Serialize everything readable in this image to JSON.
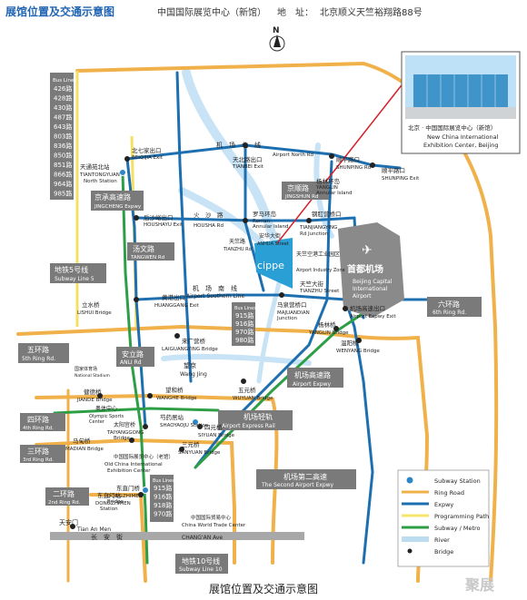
{
  "header": {
    "title": "展馆位置及交通示意图",
    "venue": "中国国际展览中心（新馆）",
    "address_label": "地　址：",
    "address": "北京顺义天竺裕翔路88号"
  },
  "footer": {
    "caption": "展馆位置及交通示意图"
  },
  "compass": {
    "label": "N"
  },
  "inset": {
    "cn": "北京 · 中国国际展览中心（新馆）",
    "en1": "New China International",
    "en2": "Exhibition Center, Beijing"
  },
  "bus_top": {
    "title": "Bus Lines",
    "lines": [
      "426路",
      "428路",
      "430路",
      "487路",
      "643路",
      "803路",
      "836路",
      "850路",
      "851路",
      "866路",
      "964路",
      "985路"
    ]
  },
  "bus_mid": {
    "title": "Bus Lines",
    "lines": [
      "915路",
      "916路",
      "970路",
      "980路"
    ]
  },
  "bus_bottom": {
    "title": "Bus Lines",
    "lines": [
      "915路",
      "916路",
      "918路",
      "970路"
    ]
  },
  "callouts": [
    {
      "id": "jingcheng",
      "cn": "京承高速路",
      "en": "JINGCHENG Expwy"
    },
    {
      "id": "line5",
      "cn": "地铁5号线",
      "en": "Subway Line 5"
    },
    {
      "id": "tangwen",
      "cn": "汤文路",
      "en": "TANGWEN Rd"
    },
    {
      "id": "jingshun",
      "cn": "京顺路",
      "en": "JINGSHUN Rd"
    },
    {
      "id": "ring6",
      "cn": "六环路",
      "en": "6th Ring Rd."
    },
    {
      "id": "ring5",
      "cn": "五环路",
      "en": "5th Ring Rd."
    },
    {
      "id": "anli",
      "cn": "安立路",
      "en": "ANLI Rd"
    },
    {
      "id": "ring4",
      "cn": "四环路",
      "en": "4th Ring Rd."
    },
    {
      "id": "ring3",
      "cn": "三环路",
      "en": "3rd Ring Rd."
    },
    {
      "id": "ring2",
      "cn": "二环路",
      "en": "2nd Ring Rd."
    },
    {
      "id": "airportexpwy",
      "cn": "机场高速路",
      "en": "Airport Expwy"
    },
    {
      "id": "airportrail",
      "cn": "机场轻轨",
      "en": "Airport Express Rail"
    },
    {
      "id": "secondexpwy",
      "cn": "机场第二高速",
      "en": "The Second Airport Expwy"
    },
    {
      "id": "line10",
      "cn": "地铁10号线",
      "en": "Subway Line 10"
    }
  ],
  "airport": {
    "cn": "首都机场",
    "en1": "Beijing Capital",
    "en2": "International",
    "en3": "Airport"
  },
  "cippe": {
    "label": "cippe"
  },
  "places": [
    {
      "cn": "天通苑北站",
      "en": "TIANTONGYUAN",
      "en2": "North Station"
    },
    {
      "cn": "北七家出口",
      "en": "BEIQIJIA Exit"
    },
    {
      "cn": "天北路出口",
      "en": "TIANBEI Exit"
    },
    {
      "cn": "顺平路口",
      "en": "SHUNPING Rd"
    },
    {
      "cn": "顺平路口",
      "en": "SHUNPING Exit"
    },
    {
      "cn": "机　场　北　线",
      "en": "Airport North Rd"
    },
    {
      "cn": "杨林环岛",
      "en": "YANGLIN",
      "en2": "Annular Island"
    },
    {
      "cn": "后沙峪出口",
      "en": "HOUSHAYU Exit"
    },
    {
      "cn": "火　沙　路",
      "en": "HOUSHA Rd"
    },
    {
      "cn": "罗马环岛",
      "en": "Roman",
      "en2": "Annular Island"
    },
    {
      "cn": "天竺路",
      "en": "TIANZHU Rd"
    },
    {
      "cn": "钢肛营桥口",
      "en": "TIANJIANGYING",
      "en2": "Rd Junction"
    },
    {
      "cn": "安华大街",
      "en": "ANHUA Street"
    },
    {
      "cn": "天竺空港工业园区",
      "en": "Airport Industry Zone"
    },
    {
      "cn": "天竺大街",
      "en": "TIANZHU Street"
    },
    {
      "cn": "黄港出口",
      "en": "HUANGGANG Exit"
    },
    {
      "cn": "机　场　南　线",
      "en": "Airport Southern Line"
    },
    {
      "cn": "马泉营桥口",
      "en": "MAJUANDIAN",
      "en2": "Junction"
    },
    {
      "cn": "机场高速出口",
      "en": "Airport Expwy Exit"
    },
    {
      "cn": "杨林桥",
      "en": "YANGLIN Bridge"
    },
    {
      "cn": "温阳桥",
      "en": "WENYANG Bridge"
    },
    {
      "cn": "立水桥",
      "en": "LISHUI Bridge"
    },
    {
      "cn": "来广营桥",
      "en": "LAIGUANGYING Bridge"
    },
    {
      "cn": "望京",
      "en": "Wang Jing"
    },
    {
      "cn": "望和桥",
      "en": "WANGHE Bridge"
    },
    {
      "cn": "五元桥",
      "en": "WUYUAN Bridge"
    },
    {
      "cn": "四元桥",
      "en": "SIYUAN Bridge"
    },
    {
      "cn": "芍药居站",
      "en": "SHAOYAOJU Station"
    },
    {
      "cn": "健德桥",
      "en": "JIANDE Bridge"
    },
    {
      "cn": "奥体中心",
      "en": "Olympic Sports",
      "en2": "Center"
    },
    {
      "cn": "国家体育场",
      "en": "National Stadium"
    },
    {
      "cn": "太阳宫桥",
      "en": "TAIYANGGONG",
      "en2": "Bridge"
    },
    {
      "cn": "马甸桥",
      "en": "MADIAN Bridge"
    },
    {
      "cn": "三元桥",
      "en": "SANYUAN Bridge"
    },
    {
      "cn": "中国国际展览中心（老馆）",
      "en": "Old China International",
      "en2": "Exhibition Center"
    },
    {
      "cn": "东直门站",
      "en": "DONGZHIMEN",
      "en2": "Station"
    },
    {
      "cn": "东直门桥",
      "en": "DONGZHIMEN",
      "en2": "Bridge"
    },
    {
      "cn": "中国国际贸易中心",
      "en": "China World Trade Center"
    },
    {
      "cn": "天安门",
      "en": "Tian An Men"
    },
    {
      "cn": "长　安　街",
      "en": "CHANG'AN Ave"
    }
  ],
  "legend": [
    {
      "icon": "subway-station",
      "label": "Subway Station",
      "color": "#2f86c6"
    },
    {
      "icon": "ring-road",
      "label": "Ring Road",
      "color": "#f0b14a"
    },
    {
      "icon": "expwy",
      "label": "Expwy",
      "color": "#1d6fb0"
    },
    {
      "icon": "programming-path",
      "label": "Programming Path",
      "color": "#f7e46a"
    },
    {
      "icon": "subway-metro",
      "label": "Subway / Metro",
      "color": "#2e9e46"
    },
    {
      "icon": "river",
      "label": "River",
      "color": "#bcdcf0"
    },
    {
      "icon": "bridge",
      "label": "Bridge",
      "color": "#222222"
    }
  ],
  "colors": {
    "ring": "#f0b14a",
    "expwy": "#1d6fb0",
    "metro": "#2e9e46",
    "river": "#c7e3f5",
    "programming": "#f5e063",
    "callout": "#7a7a7a",
    "airport": "#8a8a8a",
    "cippe": "#2a9fd6",
    "pointer": "#d6202a"
  },
  "watermark": "聚展"
}
